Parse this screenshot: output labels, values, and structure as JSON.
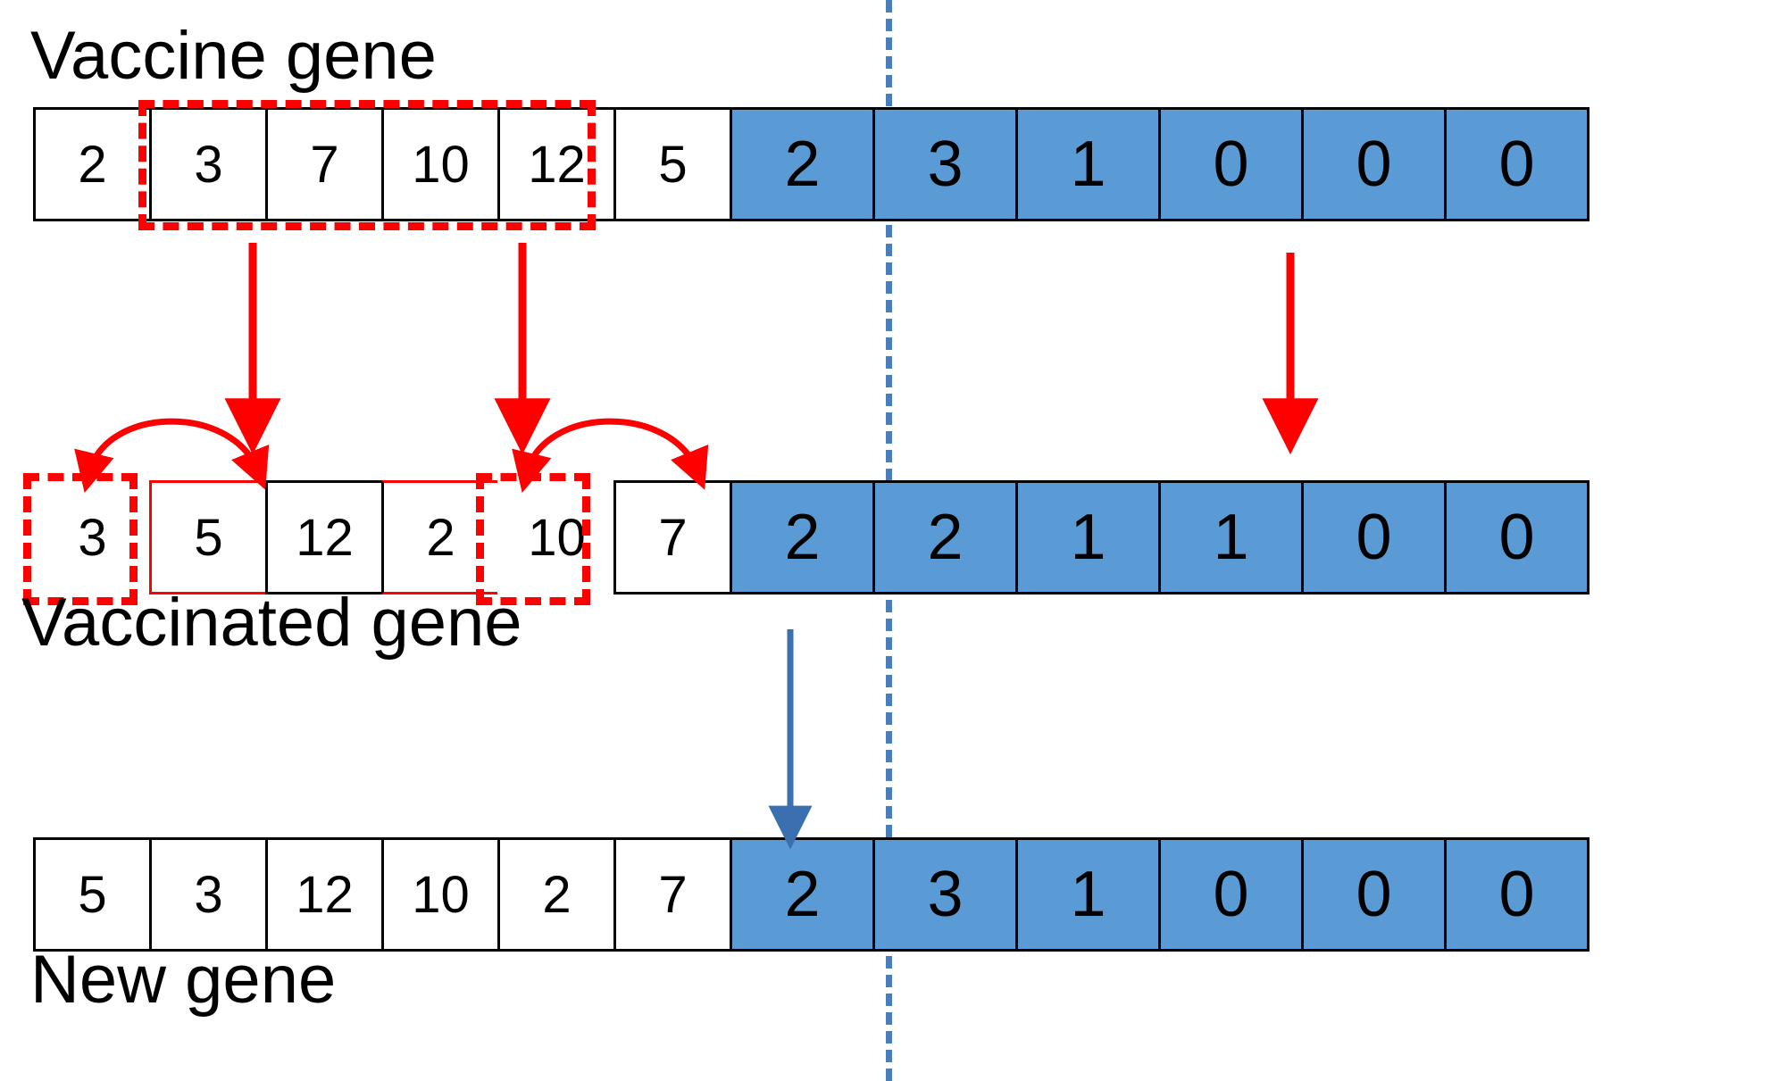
{
  "diagram": {
    "title_labels": {
      "vaccine": "Vaccine gene",
      "vaccinated": "Vaccinated gene",
      "new": "New gene"
    },
    "colors": {
      "blue_cell": "#5B9BD5",
      "highlight_red": "#FF0000",
      "divider_blue": "#4A7EBB",
      "arrow_blue": "#3A6FB0",
      "border_black": "#000000"
    },
    "rows": [
      {
        "name": "vaccine-gene",
        "label": "Vaccine gene",
        "white_cells": [
          "2",
          "3",
          "7",
          "10",
          "12",
          "5"
        ],
        "blue_cells": [
          "2",
          "3",
          "1",
          "0",
          "0",
          "0"
        ],
        "red_dashed_span": {
          "from_index": 1,
          "to_index": 3
        }
      },
      {
        "name": "vaccinated-gene",
        "label": "Vaccinated gene",
        "white_cells": [
          "3",
          "5",
          "12",
          "2",
          "10",
          "7"
        ],
        "blue_cells": [
          "2",
          "2",
          "1",
          "1",
          "0",
          "0"
        ],
        "red_dashed_cells": [
          0,
          4
        ],
        "red_solid_span": {
          "from_index": 1,
          "to_index": 3
        }
      },
      {
        "name": "new-gene",
        "label": "New gene",
        "white_cells": [
          "5",
          "3",
          "12",
          "10",
          "2",
          "7"
        ],
        "blue_cells": [
          "2",
          "3",
          "1",
          "0",
          "0",
          "0"
        ]
      }
    ],
    "arrows": [
      {
        "name": "red-arrow-from-cell-3",
        "color": "#FF0000",
        "type": "straight-down"
      },
      {
        "name": "red-arrow-from-cell-10",
        "color": "#FF0000",
        "type": "straight-down"
      },
      {
        "name": "red-arrow-from-blue-1",
        "color": "#FF0000",
        "type": "straight-down"
      },
      {
        "name": "red-swap-arrow-left",
        "color": "#FF0000",
        "type": "curved-double"
      },
      {
        "name": "red-swap-arrow-right",
        "color": "#FF0000",
        "type": "curved-double"
      },
      {
        "name": "blue-arrow-to-new-gene",
        "color": "#3A6FB0",
        "type": "straight-down"
      }
    ]
  }
}
